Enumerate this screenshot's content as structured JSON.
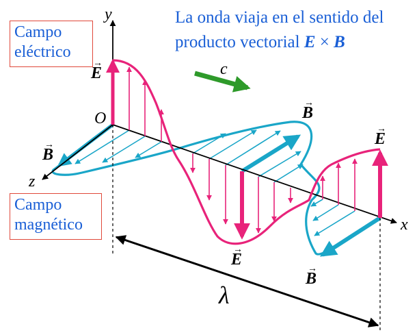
{
  "title": {
    "line1": "La onda viaja en el sentido del",
    "line2_prefix": "producto vectorial ",
    "line2_E": "E",
    "line2_times": " × ",
    "line2_B": "B"
  },
  "labels": {
    "electric_box": [
      "Campo",
      "eléctrico"
    ],
    "magnetic_box": [
      "Campo",
      "magnético"
    ],
    "axis_y": "y",
    "axis_x": "x",
    "axis_z": "z",
    "origin": "O",
    "speed": "c",
    "wavelength": "λ",
    "E_vector": "E",
    "B_vector": "B"
  },
  "colors": {
    "electric": "#e8237a",
    "magnetic": "#1aa6c8",
    "speed_arrow": "#2e9a2a",
    "title_text": "#1a5fd6",
    "box_border": "#e0483a",
    "axes": "#000000"
  }
}
